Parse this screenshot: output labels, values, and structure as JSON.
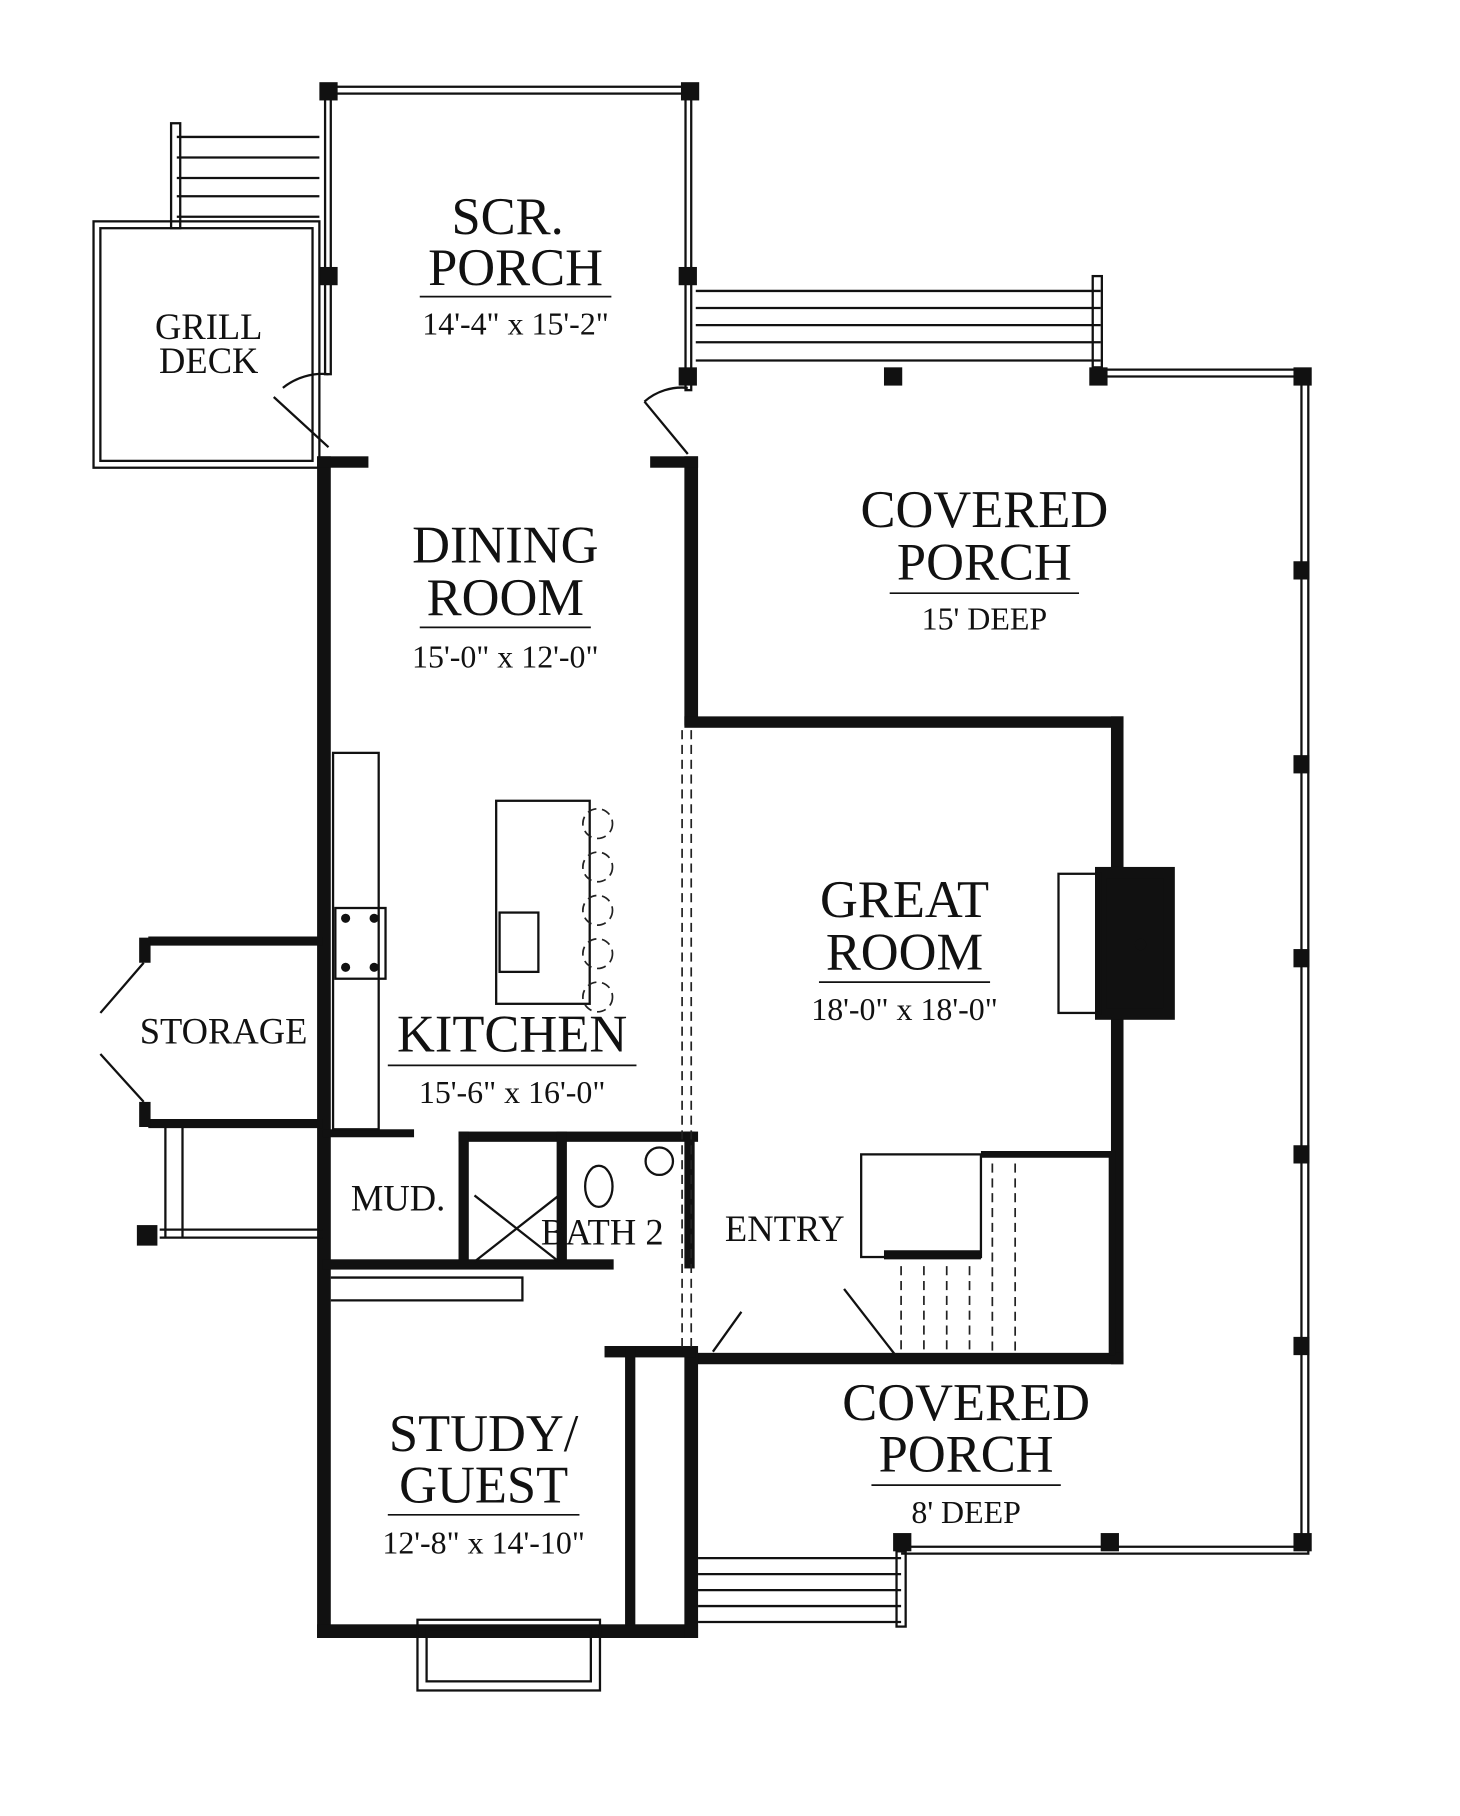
{
  "rooms": {
    "scr_porch": {
      "name_line1": "SCR.",
      "name_line2": "PORCH",
      "size": "14'-4\" x 15'-2\""
    },
    "grill_deck": {
      "name_line1": "GRILL",
      "name_line2": "DECK"
    },
    "covered_porch_rear": {
      "name_line1": "COVERED",
      "name_line2": "PORCH",
      "size": "15' DEEP"
    },
    "dining_room": {
      "name_line1": "DINING",
      "name_line2": "ROOM",
      "size": "15'-0\" x 12'-0\""
    },
    "great_room": {
      "name_line1": "GREAT",
      "name_line2": "ROOM",
      "size": "18'-0\" x 18'-0\""
    },
    "kitchen": {
      "name": "KITCHEN",
      "size": "15'-6\" x 16'-0\""
    },
    "storage": {
      "name": "STORAGE"
    },
    "mud": {
      "name": "MUD."
    },
    "bath_2": {
      "name": "BATH 2"
    },
    "entry": {
      "name": "ENTRY"
    },
    "covered_porch_front": {
      "name_line1": "COVERED",
      "name_line2": "PORCH",
      "size": "8' DEEP"
    },
    "study_guest": {
      "name_line1": "STUDY/",
      "name_line2": "GUEST",
      "size": "12'-8\" x 14'-10\""
    }
  }
}
